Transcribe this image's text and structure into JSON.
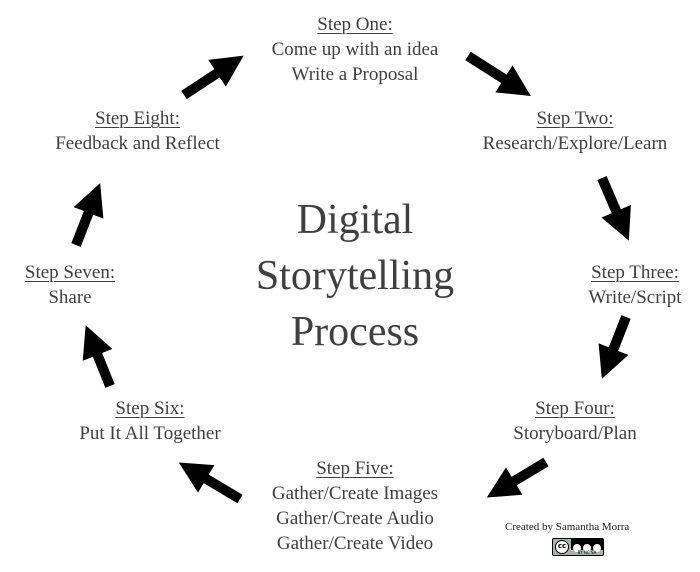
{
  "title": [
    "Digital",
    "Storytelling",
    "Process"
  ],
  "steps": [
    {
      "title": "Step One:",
      "lines": [
        "Come up with an idea",
        "Write a Proposal"
      ]
    },
    {
      "title": "Step Two:",
      "lines": [
        "Research/Explore/Learn"
      ]
    },
    {
      "title": "Step Three:",
      "lines": [
        "Write/Script"
      ]
    },
    {
      "title": "Step Four:",
      "lines": [
        "Storyboard/Plan"
      ]
    },
    {
      "title": "Step Five:",
      "lines": [
        "Gather/Create Images",
        "Gather/Create Audio",
        "Gather/Create Video"
      ]
    },
    {
      "title": "Step Six:",
      "lines": [
        "Put It All Together"
      ]
    },
    {
      "title": "Step Seven:",
      "lines": [
        "Share"
      ]
    },
    {
      "title": "Step Eight:",
      "lines": [
        "Feedback and Reflect"
      ]
    }
  ],
  "credit": "Created by Samantha Morra",
  "license": {
    "symbol": "cc",
    "terms": "BY NC SA"
  },
  "arrow_color": "#000000",
  "text_color": "#3f3f3f"
}
